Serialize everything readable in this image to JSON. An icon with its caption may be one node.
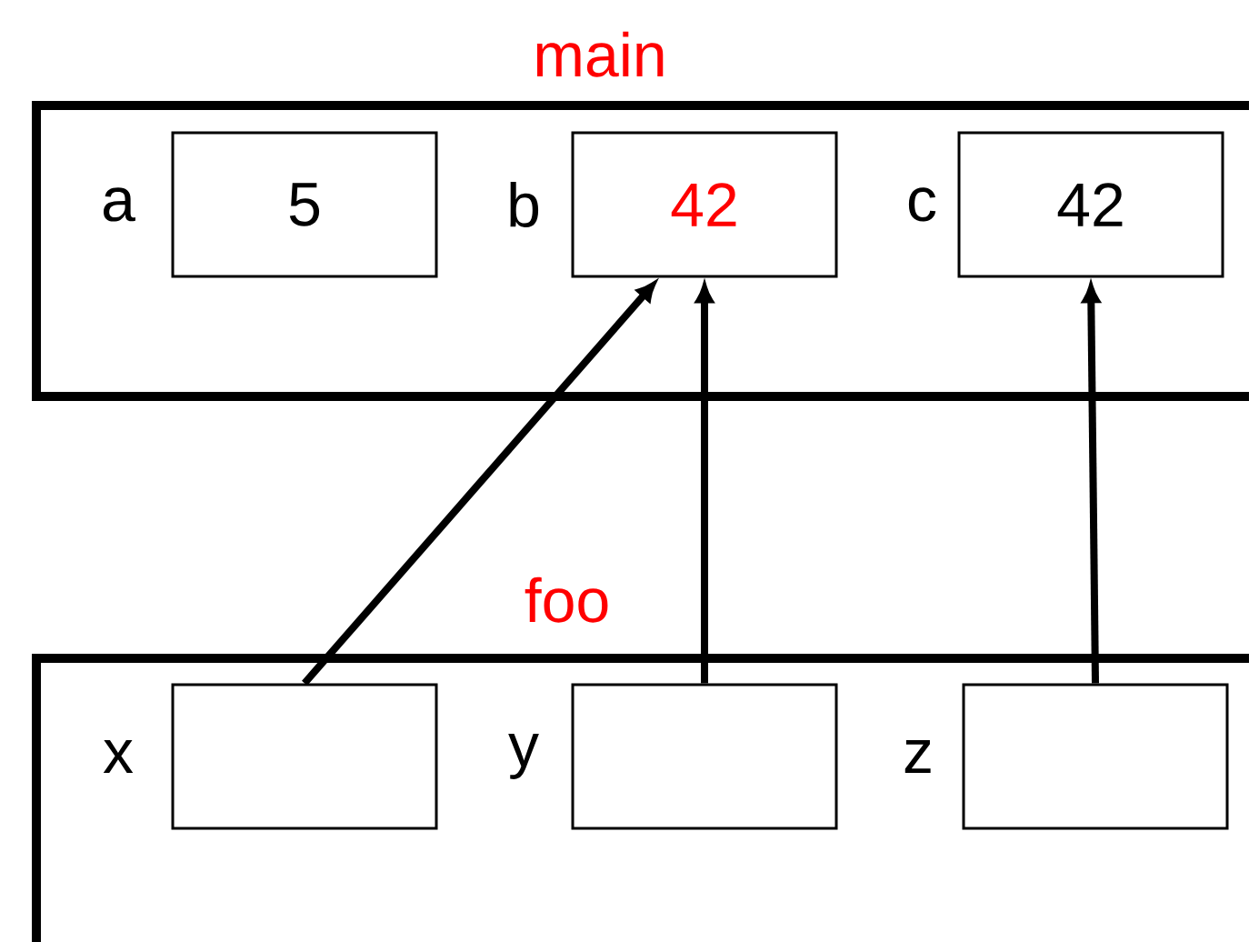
{
  "diagram": {
    "nodes": [
      {
        "text": [
          "main"
        ]
      },
      {
        "text": [
          "5"
        ],
        "beside": [
          "a"
        ],
        "in": 0
      },
      {
        "text": [
          "42"
        ],
        "beside": [
          "b"
        ],
        "in": 0
      },
      {
        "text": [
          "42"
        ],
        "beside": [
          "c"
        ],
        "in": 0
      },
      {
        "text": [
          "foo"
        ]
      },
      {
        "text": [],
        "shape": "box",
        "beside": [
          "x"
        ],
        "in": 4
      },
      {
        "text": [],
        "shape": "box",
        "beside": [
          "y"
        ],
        "in": 4
      },
      {
        "text": [],
        "shape": "box",
        "beside": [
          "z"
        ],
        "in": 4
      }
    ],
    "edges": [
      {
        "from": 5,
        "to": 2,
        "arrow": "to"
      },
      {
        "from": 6,
        "to": 2,
        "arrow": "to"
      },
      {
        "from": 7,
        "to": 3,
        "arrow": "to"
      }
    ]
  }
}
